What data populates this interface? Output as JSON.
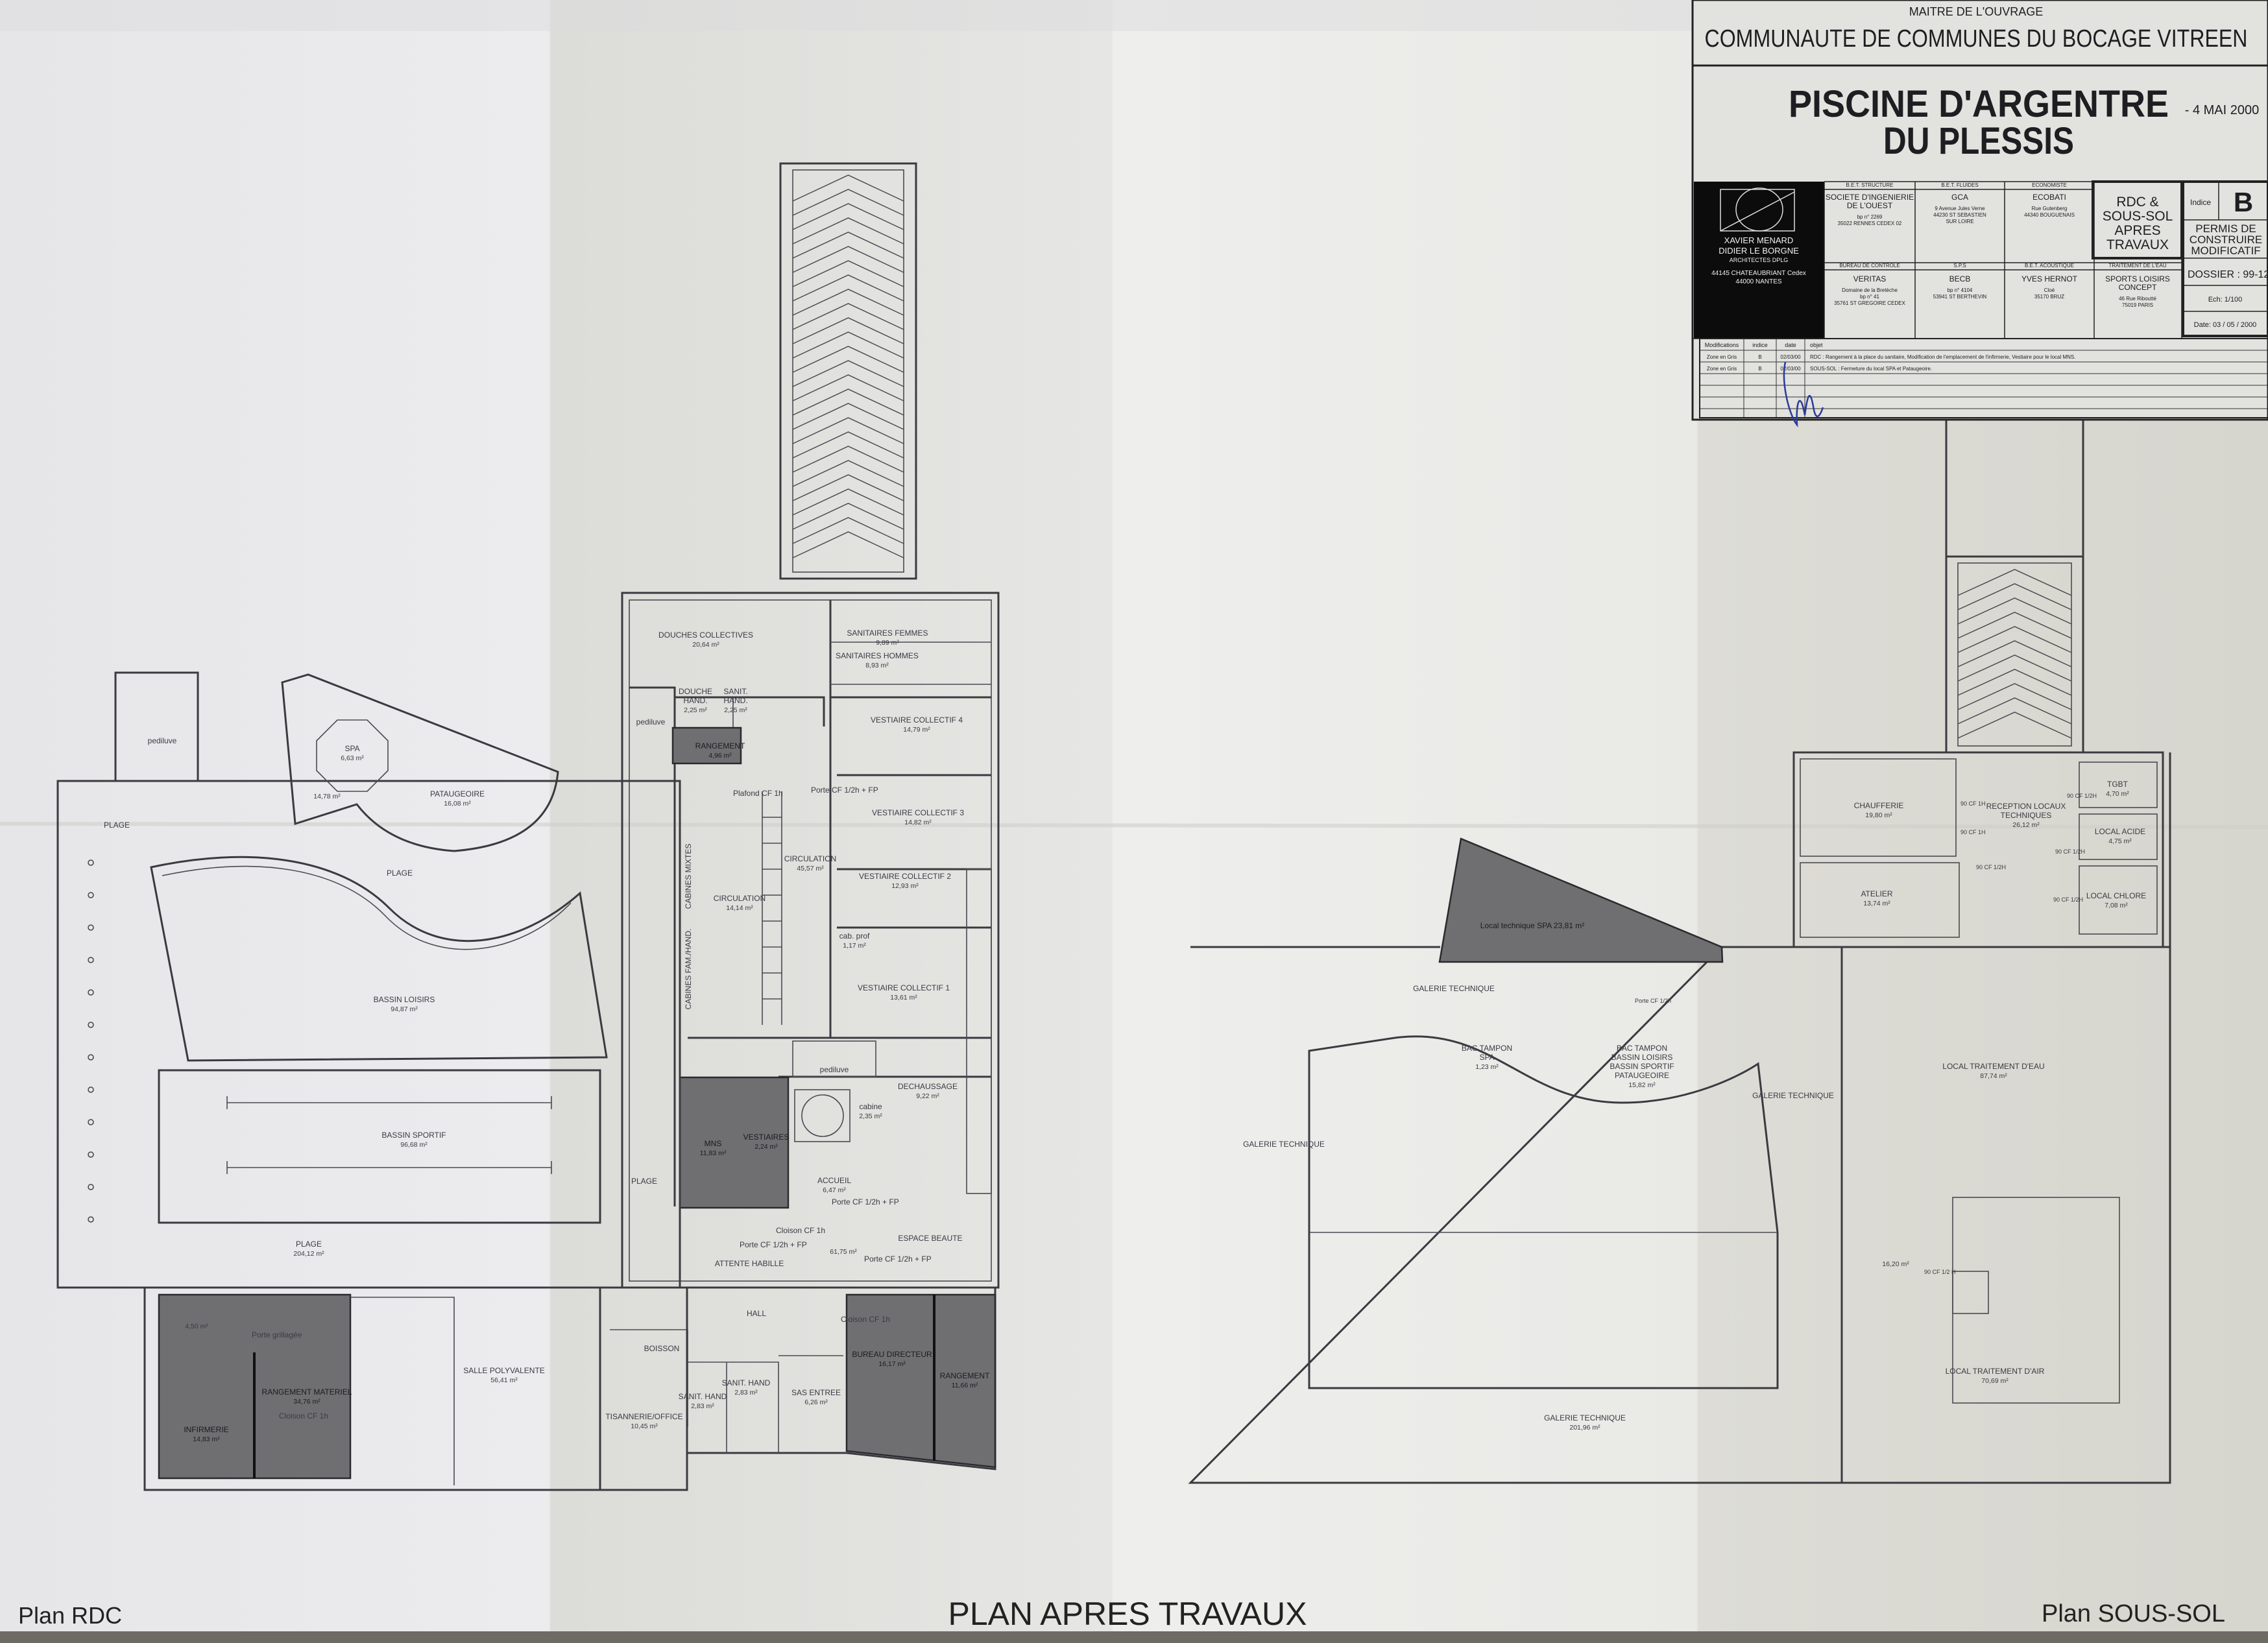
{
  "sheet_title": "PLAN APRES TRAVAUX",
  "colors": {
    "paper": "#e8e8e4",
    "ink": "#3a3a40",
    "grey_zone": "#6f6f72",
    "signature": "#2b3a9a"
  },
  "title_block": {
    "owner_label": "MAITRE DE L'OUVRAGE",
    "owner": "COMMUNAUTE DE COMMUNES DU BOCAGE VITREEN",
    "project": [
      "PISCINE D'ARGENTRE",
      "DU PLESSIS"
    ],
    "stamp": "- 4 MAI 2000",
    "architect": {
      "lines": [
        "XAVIER          MENARD",
        "DIDIER    LE    BORGNE",
        "ARCHITECTES        DPLG",
        "44145 CHATEAUBRIANT Cedex",
        "44000 NANTES"
      ]
    },
    "consultants": [
      {
        "role": "B.E.T. STRUCTURE",
        "name": [
          "SOCIETE D'INGENIERIE",
          "DE L'OUEST"
        ],
        "details": [
          "bp n° 2269",
          "35022 RENNES CEDEX 02"
        ]
      },
      {
        "role": "B.E.T. FLUIDES",
        "name": [
          "GCA"
        ],
        "details": [
          "9 Avenue Jules Verne",
          "44230 ST SEBASTIEN",
          "SUR LOIRE"
        ]
      },
      {
        "role": "ECONOMISTE",
        "name": [
          "ECOBATI"
        ],
        "details": [
          "Rue Gutenberg",
          "44340 BOUGUENAIS"
        ]
      },
      {
        "role": "BUREAU DE CONTROLE",
        "name": [
          "VERITAS"
        ],
        "details": [
          "Domaine de la Bretèche",
          "bp n° 41",
          "35761 ST GREGOIRE CEDEX"
        ]
      },
      {
        "role": "S.P.S",
        "name": [
          "BECB"
        ],
        "details": [
          "bp n° 4104",
          "53941 ST BERTHEVIN"
        ]
      },
      {
        "role": "B.E.T. ACOUSTIQUE",
        "name": [
          "YVES HERNOT"
        ],
        "details": [
          "Cloé",
          "35170 BRUZ"
        ]
      },
      {
        "role": "TRAITEMENT DE L'EAU",
        "name": [
          "SPORTS LOISIRS",
          "CONCEPT"
        ],
        "details": [
          "46 Rue Riboutté",
          "75019 PARIS"
        ]
      }
    ],
    "drawing": [
      "RDC &",
      "SOUS-SOL",
      "APRES",
      "TRAVAUX"
    ],
    "index_label": "Indice",
    "index": "B",
    "phase": [
      "PERMIS DE",
      "CONSTRUIRE",
      "MODIFICATIF"
    ],
    "dossier": "DOSSIER : 99-12",
    "scale": "Ech: 1/100",
    "date": "Date: 03 / 05 / 2000",
    "modifications": {
      "headers": [
        "Modifications",
        "indice",
        "date",
        "objet"
      ],
      "rows": [
        [
          "Zone en Gris",
          "B",
          "02/03/00",
          "RDC : Rangement à la place du sanitaire, Modification de l'emplacement de l'infirmerie, Vestiaire pour le local MNS."
        ],
        [
          "Zone en Gris",
          "B",
          "02/03/00",
          "SOUS-SOL : Fermeture du local SPA et Pataugeoire."
        ]
      ]
    }
  },
  "rdc": {
    "label": "Plan RDC",
    "rooms": [
      {
        "lines": [
          "pediluve"
        ],
        "area": ""
      },
      {
        "lines": [
          "SPA"
        ],
        "area": "6,63 m²"
      },
      {
        "lines": [],
        "area": "14,78 m²"
      },
      {
        "lines": [
          "PATAUGEOIRE"
        ],
        "area": "16,08 m²"
      },
      {
        "lines": [
          "PLAGE"
        ],
        "area": ""
      },
      {
        "lines": [
          "PLAGE"
        ],
        "area": ""
      },
      {
        "lines": [
          "BASSIN LOISIRS"
        ],
        "area": "94,87 m²"
      },
      {
        "lines": [
          "BASSIN SPORTIF"
        ],
        "area": "96,68 m²"
      },
      {
        "lines": [
          "PLAGE"
        ],
        "area": ""
      },
      {
        "lines": [
          "PLAGE"
        ],
        "area": "204,12 m²"
      },
      {
        "lines": [],
        "area": "4,50 m²"
      },
      {
        "lines": [
          "RANGEMENT MATERIEL"
        ],
        "area": "34,76 m²"
      },
      {
        "lines": [
          "INFIRMERIE"
        ],
        "area": "14,83 m²"
      },
      {
        "lines": [
          "SALLE POLYVALENTE"
        ],
        "area": "56,41 m²"
      },
      {
        "lines": [
          "DOUCHES COLLECTIVES"
        ],
        "area": "20,64 m²"
      },
      {
        "lines": [
          "SANITAIRES FEMMES"
        ],
        "area": "9,89 m²"
      },
      {
        "lines": [
          "SANITAIRES HOMMES"
        ],
        "area": "8,93 m²"
      },
      {
        "lines": [
          "DOUCHE",
          "HAND."
        ],
        "area": "2,25 m²"
      },
      {
        "lines": [
          "SANIT.",
          "HAND."
        ],
        "area": "2,25 m²"
      },
      {
        "lines": [
          "pediluve"
        ],
        "area": ""
      },
      {
        "lines": [
          "RANGEMENT"
        ],
        "area": "4,96 m²"
      },
      {
        "lines": [
          "VESTIAIRE COLLECTIF 4"
        ],
        "area": "14,79 m²"
      },
      {
        "lines": [
          "VESTIAIRE COLLECTIF 3"
        ],
        "area": "14,82 m²"
      },
      {
        "lines": [
          "CIRCULATION"
        ],
        "area": "45,57 m²"
      },
      {
        "lines": [
          "VESTIAIRE COLLECTIF 2"
        ],
        "area": "12,93 m²"
      },
      {
        "lines": [
          "CIRCULATION"
        ],
        "area": "14,14 m²"
      },
      {
        "lines": [
          "cab. prof"
        ],
        "area": "1,17 m²"
      },
      {
        "lines": [
          "VESTIAIRE COLLECTIF 1"
        ],
        "area": "13,61 m²"
      },
      {
        "lines": [
          "pediluve"
        ],
        "area": ""
      },
      {
        "lines": [
          "DECHAUSSAGE"
        ],
        "area": "9,22 m²"
      },
      {
        "lines": [
          "cabine"
        ],
        "area": "2,35 m²"
      },
      {
        "lines": [
          "MNS"
        ],
        "area": "11,83 m²"
      },
      {
        "lines": [
          "VESTIAIRES"
        ],
        "area": "2,24 m²"
      },
      {
        "lines": [
          "ACCUEIL"
        ],
        "area": "6,47 m²"
      },
      {
        "lines": [
          "ESPACE BEAUTE"
        ],
        "area": ""
      },
      {
        "lines": [],
        "area": "61,75 m²"
      },
      {
        "lines": [
          "ATTENTE HABILLE"
        ],
        "area": ""
      },
      {
        "lines": [
          "HALL"
        ],
        "area": ""
      },
      {
        "lines": [
          "BOISSON"
        ],
        "area": ""
      },
      {
        "lines": [
          "BUREAU DIRECTEUR"
        ],
        "area": "16,17 m²"
      },
      {
        "lines": [
          "RANGEMENT"
        ],
        "area": "11,66 m²"
      },
      {
        "lines": [
          "SANIT. HAND"
        ],
        "area": "2,83 m²"
      },
      {
        "lines": [
          "SANIT. HAND"
        ],
        "area": "2,83 m²"
      },
      {
        "lines": [
          "SAS ENTREE"
        ],
        "area": "6,26 m²"
      },
      {
        "lines": [
          "TISANNERIE/OFFICE"
        ],
        "area": "10,45 m²"
      }
    ],
    "vertical_labels": [
      "CABINES MIXTES",
      "CABINES FAM./HAND."
    ],
    "annotations": [
      "Plafond CF 1h",
      "Porte CF 1/2h + FP",
      "Porte CF 1/2h + FP",
      "Cloison CF 1h",
      "Porte CF 1/2h + FP",
      "Porte CF 1/2h + FP",
      "Cloison CF 1h",
      "Porte grillagée",
      "Cloison CF 1h"
    ]
  },
  "sous_sol": {
    "label": "Plan SOUS-SOL",
    "rooms": [
      {
        "lines": [
          "CHAUFFERIE"
        ],
        "area": "19,80 m²"
      },
      {
        "lines": [
          "RECEPTION LOCAUX",
          "TECHNIQUES"
        ],
        "area": "26,12 m²"
      },
      {
        "lines": [
          "TGBT"
        ],
        "area": "4,70 m²"
      },
      {
        "lines": [
          "LOCAL ACIDE"
        ],
        "area": "4,75 m²"
      },
      {
        "lines": [
          "ATELIER"
        ],
        "area": "13,74 m²"
      },
      {
        "lines": [
          "LOCAL CHLORE"
        ],
        "area": "7,08 m²"
      },
      {
        "lines": [
          "Local technique SPA   23,81 m²"
        ],
        "area": ""
      },
      {
        "lines": [
          "GALERIE TECHNIQUE"
        ],
        "area": ""
      },
      {
        "lines": [
          "BAC TAMPON",
          "SPA"
        ],
        "area": "1,23 m²"
      },
      {
        "lines": [
          "BAC TAMPON",
          "BASSIN LOISIRS",
          "BASSIN SPORTIF",
          "PATAUGEOIRE"
        ],
        "area": "15,82 m²"
      },
      {
        "lines": [
          "GALERIE TECHNIQUE"
        ],
        "area": ""
      },
      {
        "lines": [
          "GALERIE TECHNIQUE"
        ],
        "area": ""
      },
      {
        "lines": [
          "LOCAL TRAITEMENT D'EAU"
        ],
        "area": "87,74 m²"
      },
      {
        "lines": [],
        "area": "16,20 m²"
      },
      {
        "lines": [
          "LOCAL TRAITEMENT D'AIR"
        ],
        "area": "70,69 m²"
      },
      {
        "lines": [
          "GALERIE TECHNIQUE"
        ],
        "area": "201,96 m²"
      }
    ],
    "annotations": [
      "Porte CF 1/2h",
      "90 CF 1/2 H",
      "90 CF 1H",
      "90 CF 1H",
      "90 CF 1/2H",
      "90 CF 1/2H",
      "90 CF 1/2H",
      "90 CF 1/2H"
    ]
  }
}
